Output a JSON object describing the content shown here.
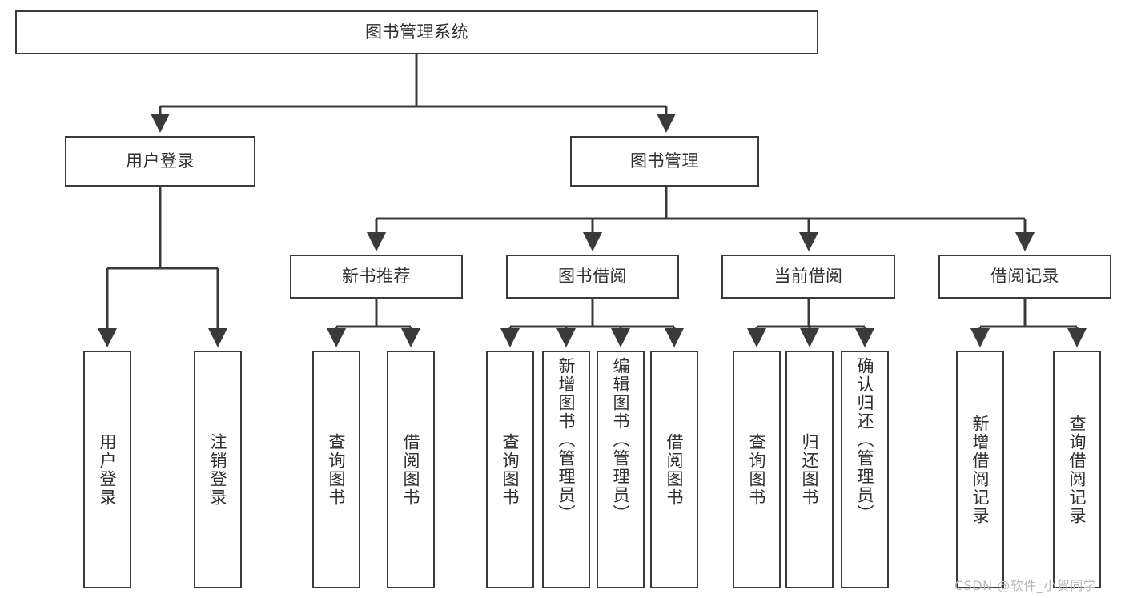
{
  "diagram": {
    "type": "tree-hierarchy-chart",
    "title": "图书管理系统",
    "colors": {
      "box_stroke": "#3a3a3a",
      "box_fill": "#ffffff",
      "text": "#2f2f2f",
      "edge": "#3a3a3a",
      "watermark": "#b9b9b9",
      "background": "#ffffff"
    },
    "root": {
      "label": "图书管理系统"
    },
    "level1": [
      {
        "id": "user-login",
        "label": "用户登录"
      },
      {
        "id": "book-manage",
        "label": "图书管理"
      }
    ],
    "level2": [
      {
        "id": "new-book-recommend",
        "label": "新书推荐"
      },
      {
        "id": "book-borrow",
        "label": "图书借阅"
      },
      {
        "id": "current-borrow",
        "label": "当前借阅"
      },
      {
        "id": "borrow-record",
        "label": "借阅记录"
      }
    ],
    "leaves": {
      "user_login": [
        {
          "id": "leaf-user-login",
          "label": "用户登录"
        },
        {
          "id": "leaf-logout-login",
          "label": "注销登录"
        }
      ],
      "new_book_recommend": [
        {
          "id": "leaf-query-book-1",
          "label": "查询图书"
        },
        {
          "id": "leaf-borrow-book-1",
          "label": "借阅图书"
        }
      ],
      "book_borrow": [
        {
          "id": "leaf-query-book-2",
          "label": "查询图书"
        },
        {
          "id": "leaf-add-book-admin",
          "label": "新增图书（管理员）"
        },
        {
          "id": "leaf-edit-book-admin",
          "label": "编辑图书（管理员）"
        },
        {
          "id": "leaf-borrow-book-2",
          "label": "借阅图书"
        }
      ],
      "current_borrow": [
        {
          "id": "leaf-query-book-3",
          "label": "查询图书"
        },
        {
          "id": "leaf-return-book",
          "label": "归还图书"
        },
        {
          "id": "leaf-confirm-return-admin",
          "label": "确认归还（管理员）"
        }
      ],
      "borrow_record": [
        {
          "id": "leaf-add-borrow-record",
          "label": "新增借阅记录"
        },
        {
          "id": "leaf-query-borrow-record",
          "label": "查询借阅记录"
        }
      ]
    },
    "watermark": {
      "text": "CSDN @软件_小贺同学"
    }
  }
}
